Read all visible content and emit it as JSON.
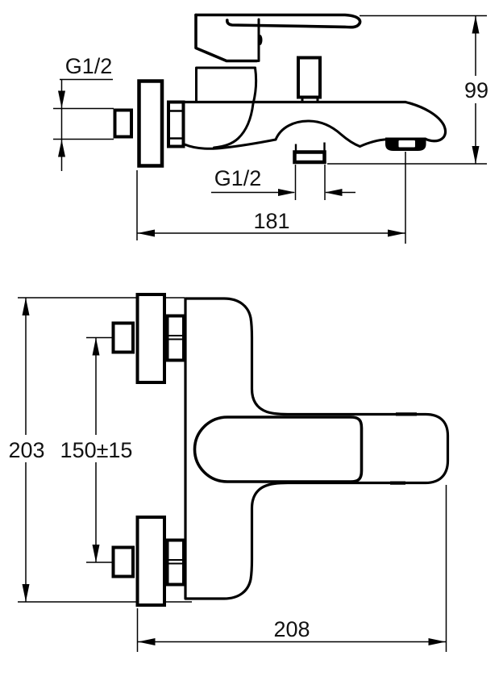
{
  "drawing": {
    "description": "Technical dimension drawing of a wall-mounted single-lever bath/shower mixer faucet shown in two orthographic views (side view on top, front view below)",
    "units": "mm",
    "line_color": "#000000",
    "background_color": "#ffffff"
  },
  "side_view": {
    "labels": {
      "inlet_thread": "G1/2",
      "outlet_thread": "G1/2",
      "height": "99",
      "depth": "181"
    }
  },
  "front_view": {
    "labels": {
      "height": "203",
      "inlet_spacing": "150±15",
      "width": "208"
    }
  }
}
